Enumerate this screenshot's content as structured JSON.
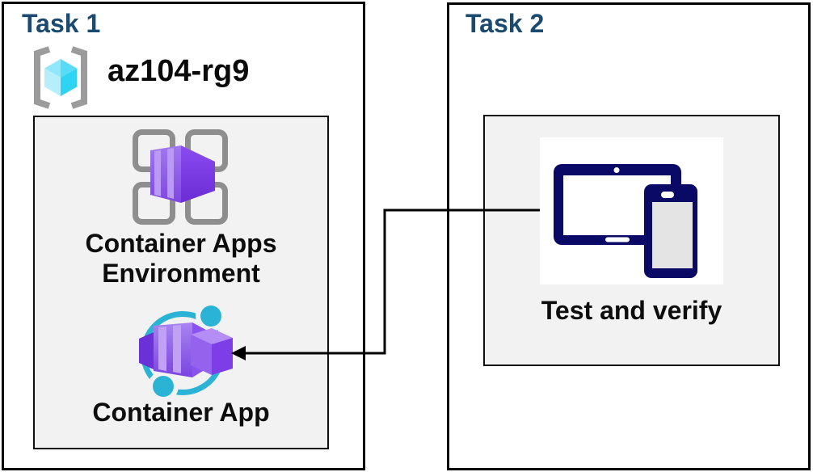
{
  "task1": {
    "title": "Task 1",
    "resource_group": {
      "name": "az104-rg9",
      "icon": "resource-group-icon"
    },
    "environment": {
      "label": "Container Apps Environment",
      "icon": "container-apps-environment-icon"
    },
    "app": {
      "label": "Container App",
      "icon": "container-app-icon"
    }
  },
  "task2": {
    "title": "Task 2",
    "verify": {
      "label": "Test and verify",
      "icon": "devices-icon"
    }
  },
  "connector": {
    "from": "Test and verify",
    "to": "Container App",
    "style": "elbow-arrow"
  },
  "colors": {
    "title_navy": "#1b4a70",
    "inner_box_bg": "#f2f2f2",
    "border_black": "#000000",
    "bracket_gray": "#9b9b9b",
    "grid_gray": "#8e8e8e",
    "cube_cyan_light": "#b6effb",
    "cube_cyan_dark": "#2fd3f4",
    "container_purple": "#8a4cf0",
    "ring_cyan": "#2bb3d6",
    "device_navy": "#0a0a66"
  }
}
